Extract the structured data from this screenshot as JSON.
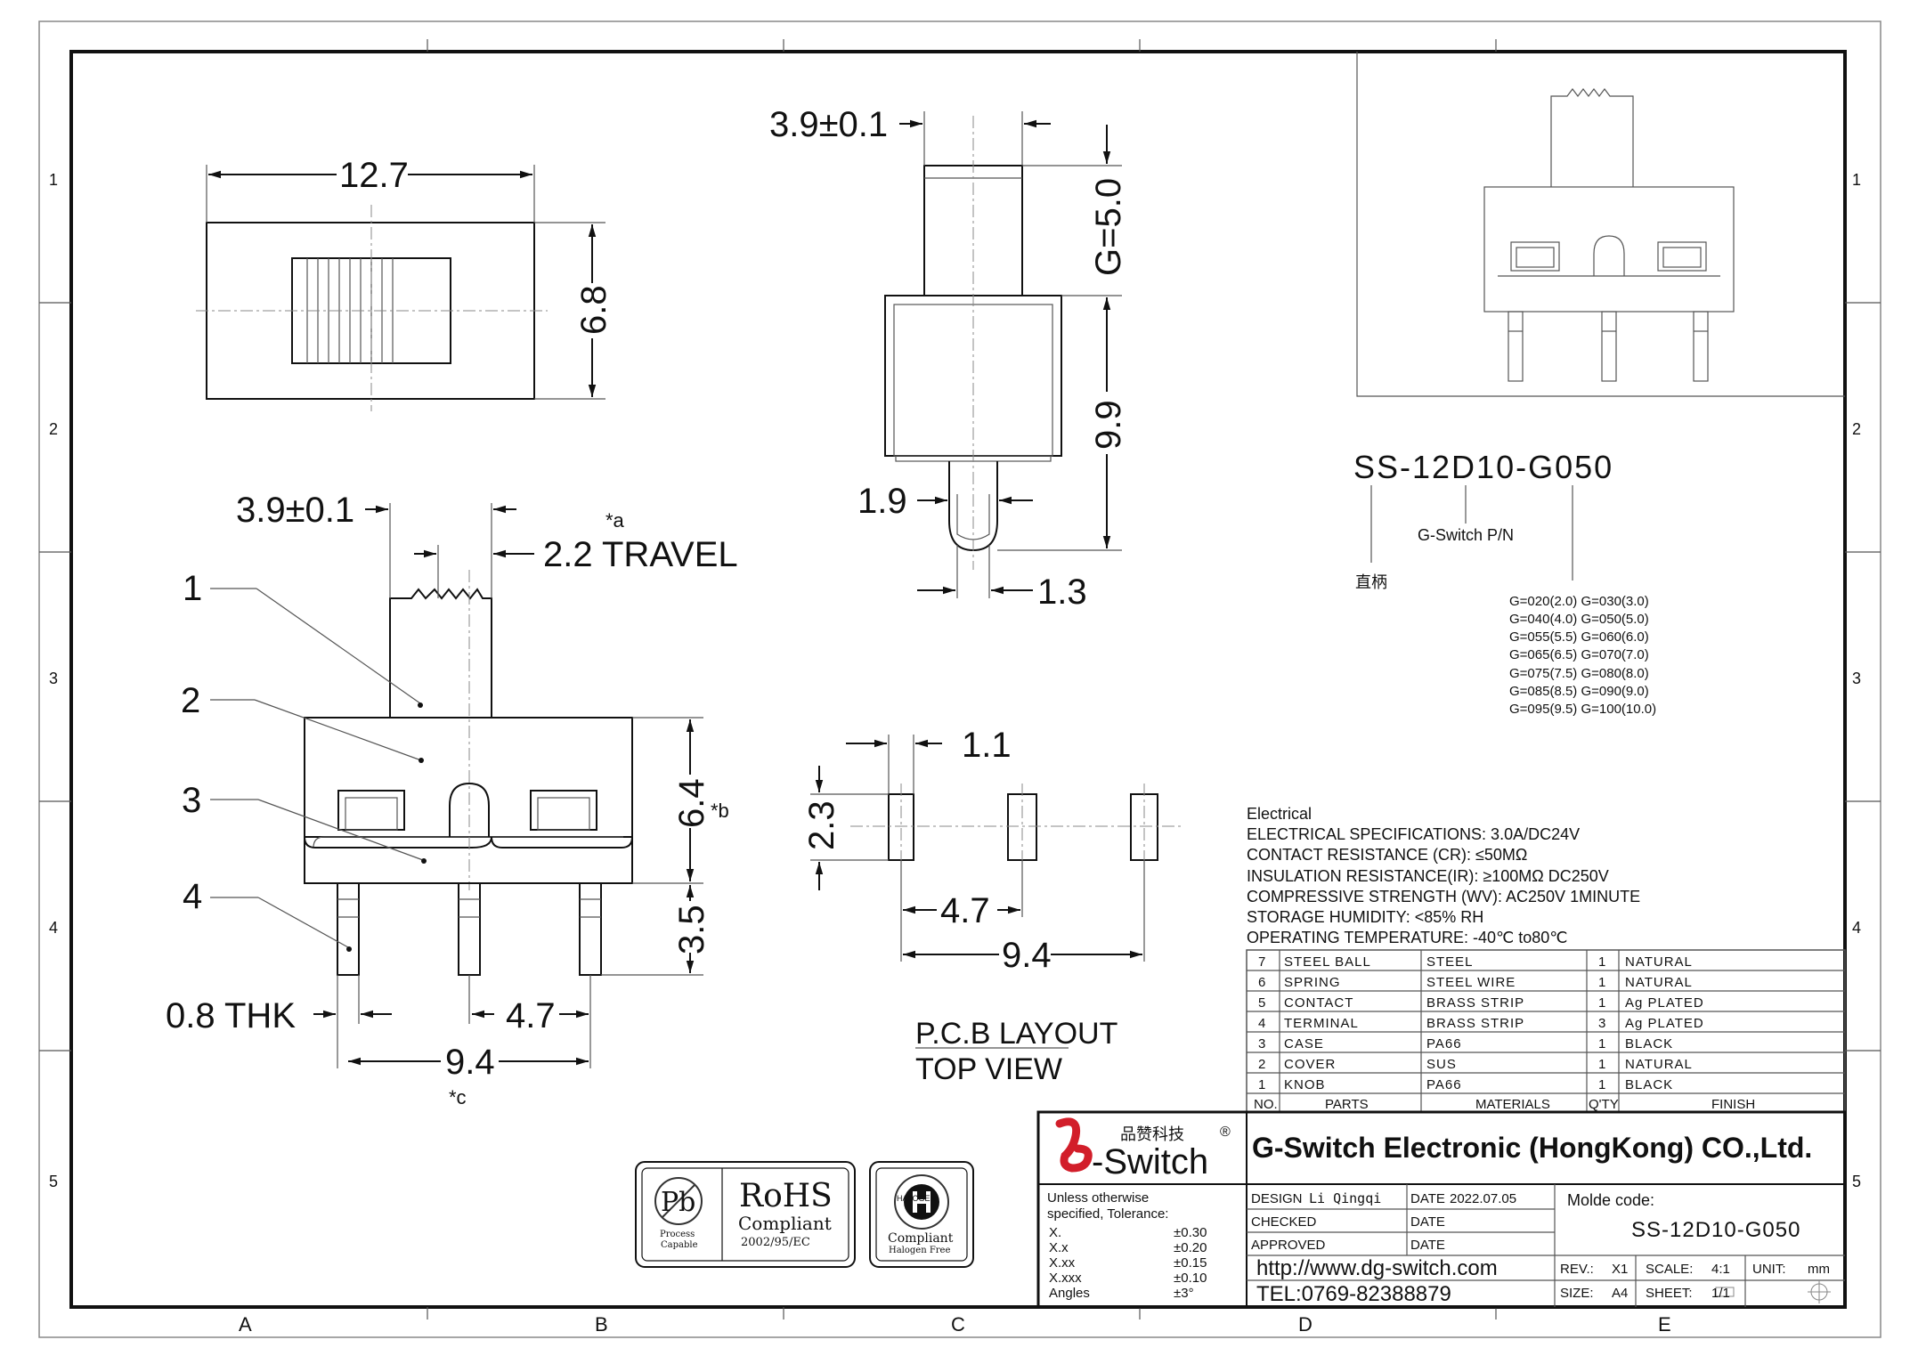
{
  "border": {
    "columns": [
      "A",
      "B",
      "C",
      "D",
      "E"
    ],
    "rows": [
      "1",
      "2",
      "3",
      "4",
      "5"
    ]
  },
  "dims": {
    "top_width": "12.7",
    "top_height": "6.8",
    "knob_width_top": "3.9±0.1",
    "g_height": "G=5.0",
    "body_height": "9.9",
    "pin_width": "1.9",
    "pin_tip": "1.3",
    "knob_width_front": "3.9±0.1",
    "travel_mark": "*a",
    "travel": "2.2 TRAVEL",
    "body_h": "6.4",
    "body_h_mark": "*b",
    "pin_len": "3.5",
    "thk": "0.8 THK",
    "pitch": "4.7",
    "span": "9.4",
    "span_mark": "*c",
    "pcb_pad_w": "1.1",
    "pcb_pad_h": "2.3",
    "pcb_pitch": "4.7",
    "pcb_span": "9.4"
  },
  "callouts": [
    "1",
    "2",
    "3",
    "4"
  ],
  "pcb": {
    "title_1": "P.C.B LAYOUT",
    "title_2": "TOP VIEW"
  },
  "part": {
    "number": "SS-12D10-G050",
    "pn_label": "G-Switch P/N",
    "straight_label": "直柄",
    "g_options": [
      "G=020(2.0) G=030(3.0)",
      "G=040(4.0) G=050(5.0)",
      "G=055(5.5) G=060(6.0)",
      "G=065(6.5) G=070(7.0)",
      "G=075(7.5) G=080(8.0)",
      "G=085(8.5) G=090(9.0)",
      "G=095(9.5) G=100(10.0)"
    ]
  },
  "electrical": {
    "heading": "Electrical",
    "lines": [
      "ELECTRICAL SPECIFICATIONS:  3.0A/DC24V",
      "CONTACT RESISTANCE (CR):   ≤50MΩ",
      "INSULATION RESISTANCE(IR):  ≥100MΩ  DC250V",
      "COMPRESSIVE STRENGTH (WV):  AC250V 1MINUTE",
      "STORAGE HUMIDITY:   <85% RH",
      "OPERATING TEMPERATURE: -40℃ to80℃"
    ]
  },
  "bom": {
    "rows": [
      {
        "no": "7",
        "part": "STEEL BALL",
        "material": "STEEL",
        "qty": "1",
        "finish": "NATURAL"
      },
      {
        "no": "6",
        "part": "SPRING",
        "material": "STEEL WIRE",
        "qty": "1",
        "finish": "NATURAL"
      },
      {
        "no": "5",
        "part": "CONTACT",
        "material": "BRASS STRIP",
        "qty": "1",
        "finish": "Ag PLATED"
      },
      {
        "no": "4",
        "part": "TERMINAL",
        "material": "BRASS STRIP",
        "qty": "3",
        "finish": "Ag PLATED"
      },
      {
        "no": "3",
        "part": "CASE",
        "material": "PA66",
        "qty": "1",
        "finish": "BLACK"
      },
      {
        "no": "2",
        "part": "COVER",
        "material": "SUS",
        "qty": "1",
        "finish": "NATURAL"
      },
      {
        "no": "1",
        "part": "KNOB",
        "material": "PA66",
        "qty": "1",
        "finish": "BLACK"
      }
    ],
    "headers": {
      "no": "NO.",
      "part": "PARTS",
      "material": "MATERIALS",
      "qty": "Q'TY",
      "finish": "FINISH"
    }
  },
  "title_block": {
    "logo_cn": "品赞科技",
    "logo_text": "-Switch",
    "company": "G-Switch Electronic (HongKong) CO.,Ltd.",
    "tolerance_head_1": "Unless otherwise",
    "tolerance_head_2": "specified, Tolerance:",
    "tolerances": [
      {
        "k": "X.",
        "v": "±0.30"
      },
      {
        "k": "X.x",
        "v": "±0.20"
      },
      {
        "k": "X.xx",
        "v": "±0.15"
      },
      {
        "k": "X.xxx",
        "v": "±0.10"
      },
      {
        "k": "Angles",
        "v": "±3°"
      }
    ],
    "design_label": "DESIGN",
    "designer": "Li Qingqi",
    "date_label": "DATE",
    "design_date": "2022.07.05",
    "checked_label": "CHECKED",
    "approved_label": "APPROVED",
    "url": "http://www.dg-switch.com",
    "tel": "TEL:0769-82388879",
    "mold_label": "Molde code:",
    "mold_code": "SS-12D10-G050",
    "rev_label": "REV.:",
    "rev": "X1",
    "scale_label": "SCALE:",
    "scale": "4:1",
    "unit_label": "UNIT:",
    "unit": "mm",
    "size_label": "SIZE:",
    "size": "A4",
    "sheet_label": "SHEET:",
    "sheet": "1/1"
  },
  "badges": {
    "pb_1": "Process",
    "pb_2": "Capable",
    "rohs": "RoHS",
    "rohs_2": "Compliant",
    "rohs_3": "2002/95/EC",
    "halogen_ring": "HALOGEN",
    "halogen_1": "Compliant",
    "halogen_2": "Halogen Free"
  }
}
